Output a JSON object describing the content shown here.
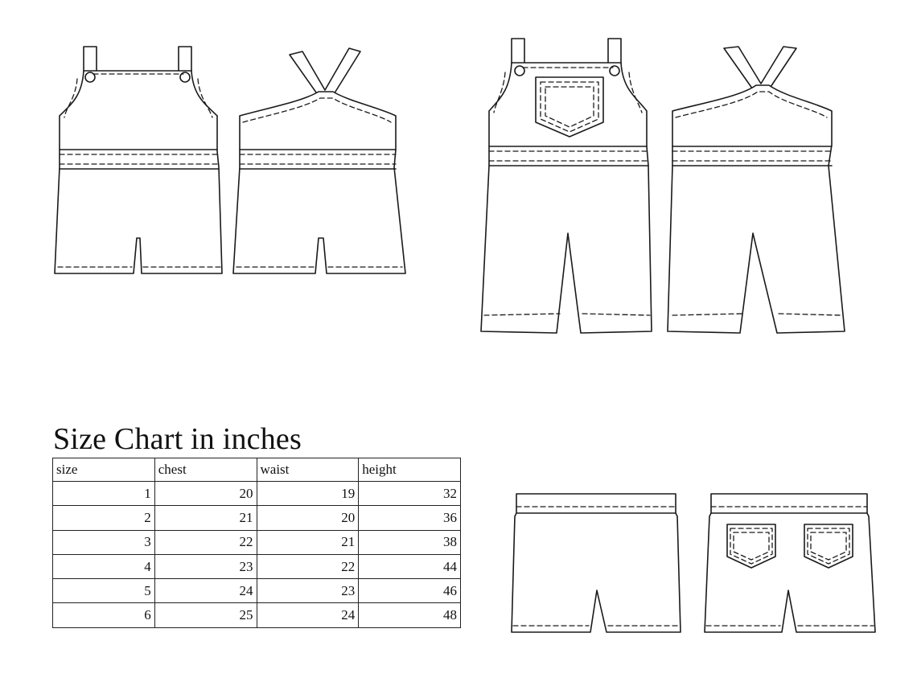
{
  "size_chart": {
    "title": "Size Chart in inches",
    "columns": [
      "size",
      "chest",
      "waist",
      "height"
    ],
    "rows": [
      [
        "1",
        "20",
        "19",
        "32"
      ],
      [
        "2",
        "21",
        "20",
        "36"
      ],
      [
        "3",
        "22",
        "21",
        "38"
      ],
      [
        "4",
        "23",
        "22",
        "44"
      ],
      [
        "5",
        "24",
        "23",
        "46"
      ],
      [
        "6",
        "25",
        "24",
        "48"
      ]
    ]
  }
}
